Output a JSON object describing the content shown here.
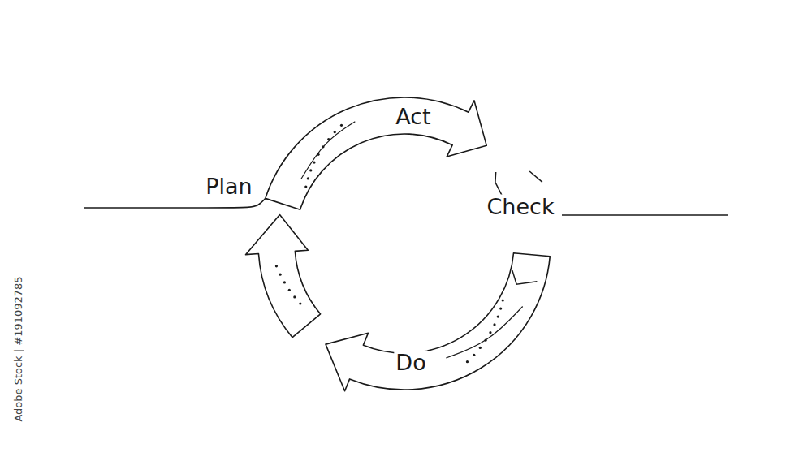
{
  "diagram": {
    "labels": [
      "Plan",
      "Act",
      "Check",
      "Do",
      "Adobe Stock | #191092785"
    ]
  }
}
